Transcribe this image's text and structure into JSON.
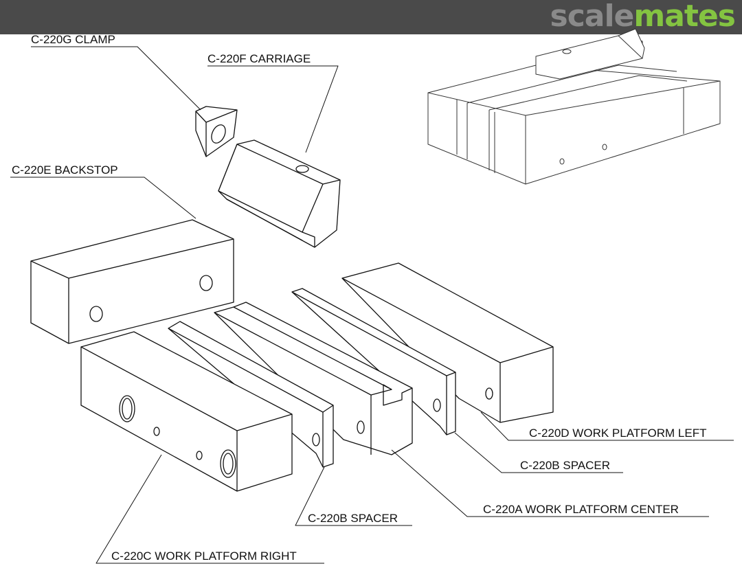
{
  "header": {
    "logo_part1": "scale",
    "logo_part2": "mates",
    "accent": "#84c441"
  },
  "labels": {
    "clamp": "C-220G CLAMP",
    "carriage": "C-220F CARRIAGE",
    "backstop": "C-220E BACKSTOP",
    "platform_left": "C-220D WORK PLATFORM LEFT",
    "spacer_upper": "C-220B SPACER",
    "platform_center": "C-220A WORK PLATFORM CENTER",
    "spacer_lower": "C-220B SPACER",
    "platform_right": "C-220C WORK PLATFORM RIGHT"
  }
}
